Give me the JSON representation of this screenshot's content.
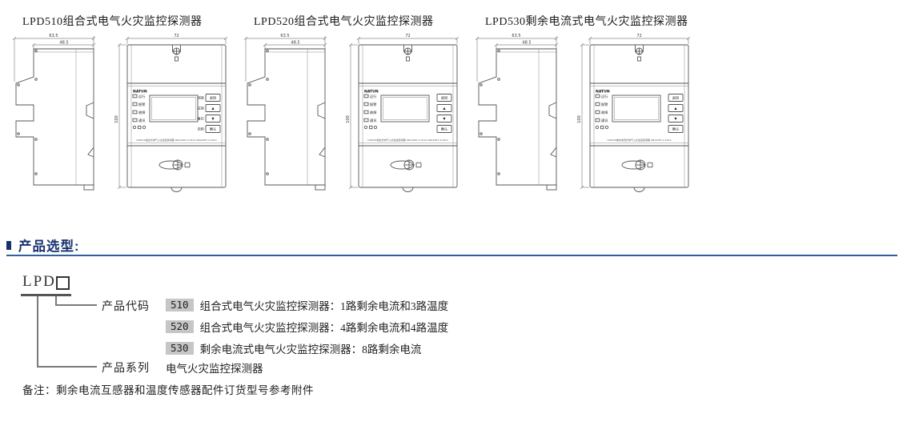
{
  "drawings": [
    {
      "title": "LPD510组合式电气火灾监控探测器",
      "dims": {
        "depth": "63.5",
        "depth_inner": "48.5",
        "width": "72",
        "height": "100"
      },
      "panel": {
        "logo": "NATUN",
        "leds": [
          "运行",
          "报警",
          "故障",
          "通讯"
        ],
        "side_labels": [
          "消音",
          "试验",
          "复位",
          "自检"
        ],
        "buttons": [
          "返回",
          "▲",
          "▼",
          "确认"
        ],
        "caption": "LPD510组合式电气火灾监控探测器 GB14287.2-2014 GB14287.3-2014"
      }
    },
    {
      "title": "LPD520组合式电气火灾监控探测器",
      "dims": {
        "depth": "63.5",
        "depth_inner": "48.5",
        "width": "72",
        "height": "100"
      },
      "panel": {
        "logo": "NATUN",
        "leds": [
          "运行",
          "报警",
          "故障",
          "通讯"
        ],
        "side_labels": [
          "",
          "",
          "",
          ""
        ],
        "buttons": [
          "返回",
          "▲",
          "▼",
          "确认"
        ],
        "caption": "LPD520组合式电气火灾监控探测器 GB14287.2-2014 GB14287.3-2014"
      }
    },
    {
      "title": "LPD530剩余电流式电气火灾监控探测器",
      "dims": {
        "depth": "63.5",
        "depth_inner": "48.5",
        "width": "72",
        "height": "100"
      },
      "panel": {
        "logo": "NATUN",
        "leds": [
          "运行",
          "报警",
          "故障",
          "通讯"
        ],
        "side_labels": [
          "",
          "",
          "",
          ""
        ],
        "buttons": [
          "返回",
          "▲",
          "▼",
          "确认"
        ],
        "caption": "LPD530剩余电流式电气火灾监控探测器 GB14287.2-2014"
      }
    }
  ],
  "selection": {
    "header": "产品选型:",
    "model_prefix": "LPD",
    "code_label": "产品代码",
    "series_label": "产品系列",
    "codes": [
      {
        "code": "510",
        "desc": "组合式电气火灾监控探测器：1路剩余电流和3路温度"
      },
      {
        "code": "520",
        "desc": "组合式电气火灾监控探测器：4路剩余电流和4路温度"
      },
      {
        "code": "530",
        "desc": "剩余电流式电气火灾监控探测器：8路剩余电流"
      }
    ],
    "series_desc": "电气火灾监控探测器",
    "note": "备注：剩余电流互感器和温度传感器配件订货型号参考附件"
  },
  "colors": {
    "accent_blue": "#17316e",
    "rule_blue": "#31609f",
    "red_bar": "#d03321",
    "code_chip_bg": "#c6c6c6"
  }
}
